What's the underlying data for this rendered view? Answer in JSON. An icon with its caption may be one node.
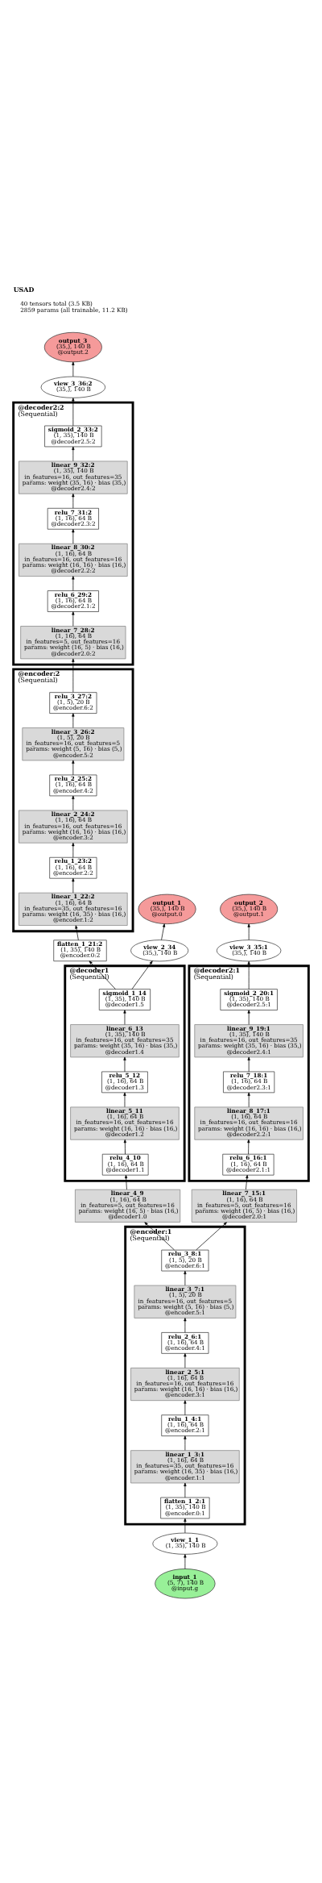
{
  "diagram": {
    "title": "USAD",
    "nodes": [
      {
        "text": [
          "output_3",
          "(35,), 140 B",
          "@output.2"
        ]
      },
      {
        "text": [
          "view_3_36:2",
          "(35,), 140 B"
        ]
      },
      {
        "text": [
          "@decoder2:2",
          "(Sequential)"
        ]
      },
      {
        "text": [
          "sigmoid_2_33:2",
          "(1, 35), 140 B",
          "@decoder2.5:2"
        ],
        "in": 2
      },
      {
        "text": [
          "linear_9_32:2",
          "(1, 35), 140 B",
          "in_features=16, out_features=35",
          "params: weight (35, 16) · bias (35,)",
          "@decoder2.4:2"
        ],
        "in": 2
      },
      {
        "text": [
          "relu_7_31:2",
          "(1, 16), 64 B",
          "@decoder2.3:2"
        ],
        "in": 2
      },
      {
        "text": [
          "linear_8_30:2",
          "(1, 16), 64 B",
          "in_features=16, out_features=16",
          "params: weight (16, 16) · bias (16,)",
          "@decoder2.2:2"
        ],
        "in": 2
      },
      {
        "text": [
          "relu_6_29:2",
          "(1, 16), 64 B",
          "@decoder2.1:2"
        ],
        "in": 2
      },
      {
        "text": [
          "linear_7_28:2",
          "(1, 16), 64 B",
          "in_features=5, out_features=16",
          "params: weight (16, 5) · bias (16,)",
          "@decoder2.0:2"
        ],
        "in": 2
      },
      {
        "text": [
          "@encoder:2",
          "(Sequential)"
        ]
      },
      {
        "text": [
          "relu_3_27:2",
          "(1, 5), 20 B",
          "@encoder.6:2"
        ],
        "in": 9
      },
      {
        "text": [
          "linear_3_26:2",
          "(1, 5), 20 B",
          "in_features=16, out_features=5",
          "params: weight (5, 16) · bias (5,)",
          "@encoder.5:2"
        ],
        "in": 9
      },
      {
        "text": [
          "relu_2_25:2",
          "(1, 16), 64 B",
          "@encoder.4:2"
        ],
        "in": 9
      },
      {
        "text": [
          "linear_2_24:2",
          "(1, 16), 64 B",
          "in_features=16, out_features=16",
          "params: weight (16, 16) · bias (16,)",
          "@encoder.3:2"
        ],
        "in": 9
      },
      {
        "text": [
          "relu_1_23:2",
          "(1, 16), 64 B",
          "@encoder.2:2"
        ],
        "in": 9
      },
      {
        "text": [
          "linear_1_22:2",
          "(1, 16), 64 B",
          "in_features=35, out_features=16",
          "params: weight (16, 35) · bias (16,)",
          "@encoder.1:2"
        ],
        "in": 9
      },
      {
        "text": [
          "output_1",
          "(35,), 140 B",
          "@output.0"
        ]
      },
      {
        "text": [
          "output_2",
          "(35,), 140 B",
          "@output.1"
        ]
      },
      {
        "text": [
          "flatten_1_21:2",
          "(1, 35), 140 B",
          "@encoder.0:2"
        ]
      },
      {
        "text": [
          "view_2_34",
          "(35,), 140 B"
        ]
      },
      {
        "text": [
          "view_3_35:1",
          "(35,), 140 B"
        ]
      },
      {
        "text": [
          "@decoder1",
          "(Sequential)"
        ]
      },
      {
        "text": [
          "sigmoid_1_14",
          "(1, 35), 140 B",
          "@decoder1.5"
        ],
        "in": 21
      },
      {
        "text": [
          "linear_6_13",
          "(1, 35), 140 B",
          "in_features=16, out_features=35",
          "params: weight (35, 16) · bias (35,)",
          "@decoder1.4"
        ],
        "in": 21
      },
      {
        "text": [
          "relu_5_12",
          "(1, 16), 64 B",
          "@decoder1.3"
        ],
        "in": 21
      },
      {
        "text": [
          "linear_5_11",
          "(1, 16), 64 B",
          "in_features=16, out_features=16",
          "params: weight (16, 16) · bias (16,)",
          "@decoder1.2"
        ],
        "in": 21
      },
      {
        "text": [
          "relu_4_10",
          "(1, 16), 64 B",
          "@decoder1.1"
        ],
        "in": 21
      },
      {
        "text": [
          "@decoder2:1",
          "(Sequential)"
        ]
      },
      {
        "text": [
          "sigmoid_2_20:1",
          "(1, 35), 140 B",
          "@decoder2.5:1"
        ],
        "in": 27
      },
      {
        "text": [
          "linear_9_19:1",
          "(1, 35), 140 B",
          "in_features=16, out_features=35",
          "params: weight (35, 16) · bias (35,)",
          "@decoder2.4:1"
        ],
        "in": 27
      },
      {
        "text": [
          "relu_7_18:1",
          "(1, 16), 64 B",
          "@decoder2.3:1"
        ],
        "in": 27
      },
      {
        "text": [
          "linear_8_17:1",
          "(1, 16), 64 B",
          "in_features=16, out_features=16",
          "params: weight (16, 16) · bias (16,)",
          "@decoder2.2:1"
        ],
        "in": 27
      },
      {
        "text": [
          "relu_6_16:1",
          "(1, 16), 64 B",
          "@decoder2.1:1"
        ],
        "in": 27
      },
      {
        "text": [
          "linear_4_9",
          "(1, 16), 64 B",
          "in_features=5, out_features=16",
          "params: weight (16, 5) · bias (16,)",
          "@decoder1.0"
        ]
      },
      {
        "text": [
          "linear_7_15:1",
          "(1, 16), 64 B",
          "in_features=5, out_features=16",
          "params: weight (16, 5) · bias (16,)",
          "@decoder2.0:1"
        ]
      },
      {
        "text": [
          "@encoder:1",
          "(Sequential)"
        ]
      },
      {
        "text": [
          "relu_3_8:1",
          "(1, 5), 20 B",
          "@encoder.6:1"
        ],
        "in": 35
      },
      {
        "text": [
          "linear_3_7:1",
          "(1, 5), 20 B",
          "in_features=16, out_features=5",
          "params: weight (5, 16) · bias (5,)",
          "@encoder.5:1"
        ],
        "in": 35
      },
      {
        "text": [
          "relu_2_6:1",
          "(1, 16), 64 B",
          "@encoder.4:1"
        ],
        "in": 35
      },
      {
        "text": [
          "linear_2_5:1",
          "(1, 16), 64 B",
          "in_features=16, out_features=16",
          "params: weight (16, 16) · bias (16,)",
          "@encoder.3:1"
        ],
        "in": 35
      },
      {
        "text": [
          "relu_1_4:1",
          "(1, 16), 64 B",
          "@encoder.2:1"
        ],
        "in": 35
      },
      {
        "text": [
          "linear_1_3:1",
          "(1, 16), 64 B",
          "in_features=35, out_features=16",
          "params: weight (16, 35) · bias (16,)",
          "@encoder.1:1"
        ],
        "in": 35
      },
      {
        "text": [
          "flatten_1_2:1",
          "(1, 35), 140 B",
          "@encoder.0:1"
        ],
        "in": 35
      },
      {
        "text": [
          "view_1_1",
          "(1, 35), 140 B"
        ]
      },
      {
        "text": [
          "input_1",
          "(5, 7), 140 B",
          "@input.g"
        ]
      }
    ],
    "edges": [
      {
        "from": 44,
        "to": 43,
        "arrow": "to"
      },
      {
        "from": 43,
        "to": 42,
        "arrow": "to"
      },
      {
        "from": 42,
        "to": 41,
        "arrow": "to"
      },
      {
        "from": 41,
        "to": 40,
        "arrow": "to"
      },
      {
        "from": 40,
        "to": 39,
        "arrow": "to"
      },
      {
        "from": 39,
        "to": 38,
        "arrow": "to"
      },
      {
        "from": 38,
        "to": 37,
        "arrow": "to"
      },
      {
        "from": 37,
        "to": 36,
        "arrow": "to"
      },
      {
        "from": 36,
        "to": 33,
        "arrow": "to"
      },
      {
        "from": 36,
        "to": 34,
        "arrow": "to"
      },
      {
        "from": 33,
        "to": 26,
        "arrow": "to"
      },
      {
        "from": 26,
        "to": 25,
        "arrow": "to"
      },
      {
        "from": 25,
        "to": 24,
        "arrow": "to"
      },
      {
        "from": 24,
        "to": 23,
        "arrow": "to"
      },
      {
        "from": 23,
        "to": 22,
        "arrow": "to"
      },
      {
        "from": 22,
        "to": 18,
        "arrow": "to"
      },
      {
        "from": 22,
        "to": 19,
        "arrow": "to"
      },
      {
        "from": 19,
        "to": 16,
        "arrow": "to"
      },
      {
        "from": 18,
        "to": 15,
        "arrow": "to"
      },
      {
        "from": 15,
        "to": 14,
        "arrow": "to"
      },
      {
        "from": 14,
        "to": 13,
        "arrow": "to"
      },
      {
        "from": 13,
        "to": 12,
        "arrow": "to"
      },
      {
        "from": 12,
        "to": 11,
        "arrow": "to"
      },
      {
        "from": 11,
        "to": 10,
        "arrow": "to"
      },
      {
        "from": 10,
        "to": 8,
        "arrow": "to"
      },
      {
        "from": 8,
        "to": 7,
        "arrow": "to"
      },
      {
        "from": 7,
        "to": 6,
        "arrow": "to"
      },
      {
        "from": 6,
        "to": 5,
        "arrow": "to"
      },
      {
        "from": 5,
        "to": 4,
        "arrow": "to"
      },
      {
        "from": 4,
        "to": 3,
        "arrow": "to"
      },
      {
        "from": 3,
        "to": 1,
        "arrow": "to"
      },
      {
        "from": 1,
        "to": 0,
        "arrow": "to"
      },
      {
        "from": 34,
        "to": 32,
        "arrow": "to"
      },
      {
        "from": 32,
        "to": 31,
        "arrow": "to"
      },
      {
        "from": 31,
        "to": 30,
        "arrow": "to"
      },
      {
        "from": 30,
        "to": 29,
        "arrow": "to"
      },
      {
        "from": 29,
        "to": 28,
        "arrow": "to"
      },
      {
        "from": 28,
        "to": 20,
        "arrow": "to"
      },
      {
        "from": 20,
        "to": 17,
        "arrow": "to"
      }
    ],
    "labels": [
      "40 tensors total (3.5 KB)",
      "2859 params (all trainable, 11.2 KB)"
    ]
  }
}
